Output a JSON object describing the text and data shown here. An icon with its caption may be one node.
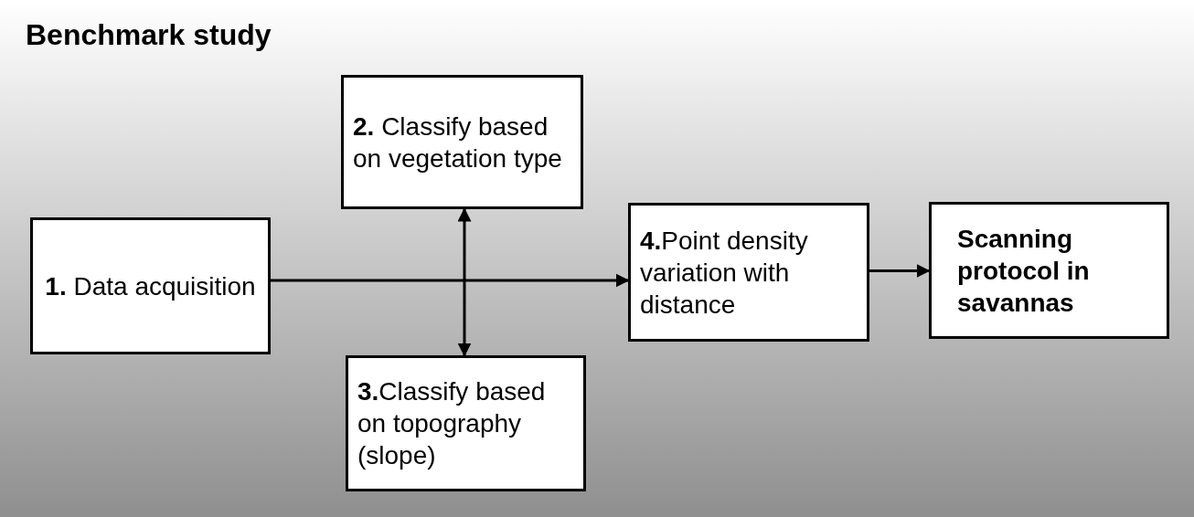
{
  "diagram": {
    "nodes": [
      {
        "text": [
          "Benchmark study"
        ]
      },
      {
        "text": [
          "**1.** Data acquisition"
        ],
        "in": 0
      },
      {
        "text": [
          "**2.** Classify based on vegetation type"
        ],
        "in": 0
      },
      {
        "text": [
          "**3.**Classify based on topography (slope)"
        ],
        "in": 0
      },
      {
        "text": [
          "**4.**Point density variation with distance"
        ],
        "in": 0
      },
      {
        "text": [
          "Scanning protocol in savannas"
        ],
        "in": 0
      }
    ],
    "edges": [
      {
        "from": 1,
        "to": 4,
        "arrow": "to"
      },
      {
        "from": 2,
        "to": 3,
        "arrow": "both"
      },
      {
        "from": 4,
        "to": 5,
        "arrow": "to"
      }
    ]
  }
}
